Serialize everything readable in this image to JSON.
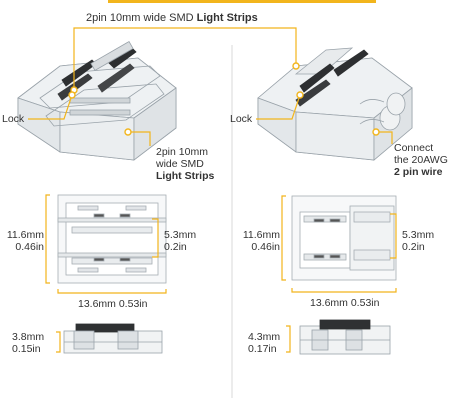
{
  "accent_color": "#F2B51C",
  "top_label": {
    "text": "2pin 10mm wide SMD ",
    "bold": "Light Strips"
  },
  "left": {
    "lock_label": "Lock",
    "strip_label": {
      "line1": "2pin 10mm",
      "line2": "wide SMD",
      "line3": "Light Strips"
    },
    "dims": {
      "height_mm": "11.6mm",
      "height_in": "0.46in",
      "pitch_mm": "5.3mm",
      "pitch_in": "0.2in",
      "width": "13.6mm 0.53in",
      "thickness_mm": "3.8mm",
      "thickness_in": "0.15in"
    }
  },
  "right": {
    "lock_label": "Lock",
    "wire_label": {
      "line1": "Connect",
      "line2": "the 20AWG",
      "line3": "2 pin wire"
    },
    "dims": {
      "height_mm": "11.6mm",
      "height_in": "0.46in",
      "pitch_mm": "5.3mm",
      "pitch_in": "0.2in",
      "width": "13.6mm 0.53in",
      "thickness_mm": "4.3mm",
      "thickness_in": "0.17in"
    }
  }
}
